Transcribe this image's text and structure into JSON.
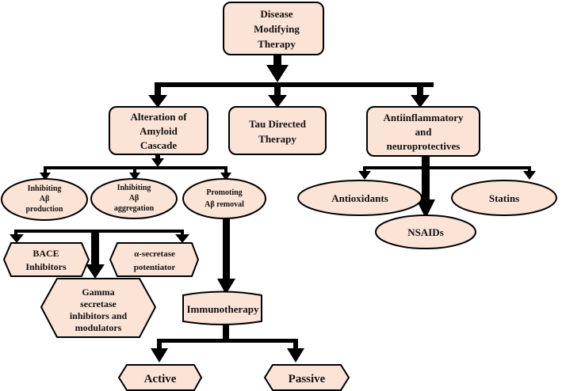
{
  "colors": {
    "fill": "#fbe3d6",
    "stroke": "#000000",
    "arrow": "#000000",
    "text": "#111111"
  },
  "nodes": {
    "root": [
      "Disease",
      "Modifying",
      "Therapy"
    ],
    "amyloid": [
      "Alteration of",
      "Amyloid",
      "Cascade"
    ],
    "tau": [
      "Tau Directed",
      "Therapy"
    ],
    "antiinflammatory": [
      "Antiinflammatory",
      "and",
      "neuroprotectives"
    ],
    "inhibiting_production": [
      "Inhibiting",
      "Aβ",
      "production"
    ],
    "inhibiting_aggregation": [
      "Inhibiting",
      "Aβ",
      "aggregation"
    ],
    "promoting_removal": [
      "Promoting",
      "Aβ removal"
    ],
    "antioxidants": [
      "Antioxidants"
    ],
    "statins": [
      "Statins"
    ],
    "nsaids": [
      "NSAIDs"
    ],
    "bace": [
      "BACE",
      "Inhibitors"
    ],
    "alpha_secretase": [
      "α-secretase",
      "potentiator"
    ],
    "gamma_secretase": [
      "Gamma",
      "secretase",
      "inhibitors and",
      "modulators"
    ],
    "immunotherapy": [
      "Immunotherapy"
    ],
    "active": [
      "Active"
    ],
    "passive": [
      "Passive"
    ]
  }
}
